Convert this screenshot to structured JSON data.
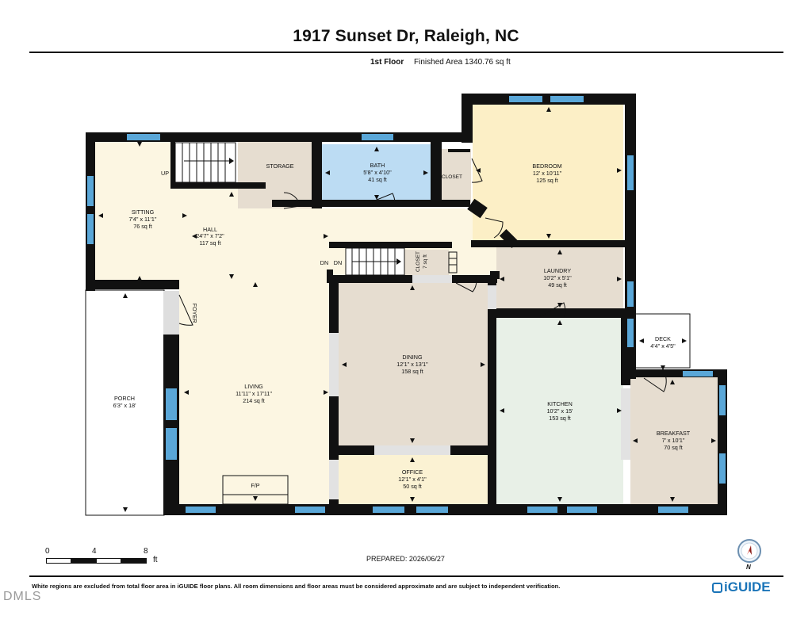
{
  "header": {
    "title": "1917 Sunset Dr, Raleigh, NC",
    "floor": "1st Floor",
    "finished_area": "Finished Area 1340.76 sq ft"
  },
  "rooms": {
    "sitting": {
      "name": "SITTING",
      "dims": "7'4\" x 11'1\"",
      "area": "76 sq ft"
    },
    "storage": {
      "name": "STORAGE"
    },
    "bath": {
      "name": "BATH",
      "dims": "5'8\" x 4'10\"",
      "area": "41 sq ft"
    },
    "closet1": {
      "name": "CLOSET"
    },
    "bedroom": {
      "name": "BEDROOM",
      "dims": "12' x 10'11\"",
      "area": "125 sq ft"
    },
    "hall": {
      "name": "HALL",
      "dims": "24'7\" x 7'2\"",
      "area": "117 sq ft"
    },
    "closet2": {
      "name": "CLOSET",
      "area": "7 sq ft"
    },
    "laundry": {
      "name": "LAUNDRY",
      "dims": "10'2\" x 5'1\"",
      "area": "49 sq ft"
    },
    "deck": {
      "name": "DECK",
      "dims": "4'4\" x 4'5\""
    },
    "porch": {
      "name": "PORCH",
      "dims": "6'3\" x 18'"
    },
    "living": {
      "name": "LIVING",
      "dims": "11'11\" x 17'11\"",
      "area": "214 sq ft"
    },
    "dining": {
      "name": "DINING",
      "dims": "12'1\" x 13'1\"",
      "area": "158 sq ft"
    },
    "kitchen": {
      "name": "KITCHEN",
      "dims": "10'2\" x 15'",
      "area": "153 sq ft"
    },
    "breakfast": {
      "name": "BREAKFAST",
      "dims": "7' x 10'1\"",
      "area": "70 sq ft"
    },
    "office": {
      "name": "OFFICE",
      "dims": "12'1\" x 4'1\"",
      "area": "50 sq ft"
    }
  },
  "labels": {
    "up": "UP",
    "dn1": "DN",
    "dn2": "DN",
    "foyer": "FOYER",
    "fireplace": "F/P"
  },
  "scale": {
    "t0": "0",
    "t4": "4",
    "t8": "8",
    "unit": "ft"
  },
  "footer": {
    "prepared": "PREPARED: 2026/06/27",
    "disclaimer": "White regions are excluded from total floor area in iGUIDE floor plans. All room dimensions and floor areas must be considered approximate and are subject to independent verification.",
    "compass_n": "N",
    "logo": "iGUIDE",
    "mls": "DMLS"
  },
  "colors": {
    "wall": "#111111",
    "window": "#5aa7d8",
    "sitting_hall_living": "#fcf6e2",
    "storage_dining_laundry": "#e6ddd0",
    "bath": "#bcdcf3",
    "bedroom": "#fcefc6",
    "kitchen": "#e8f0e7",
    "breakfast": "#e6ddd0",
    "office": "#fbf2d3",
    "foyer": "#dedede"
  }
}
